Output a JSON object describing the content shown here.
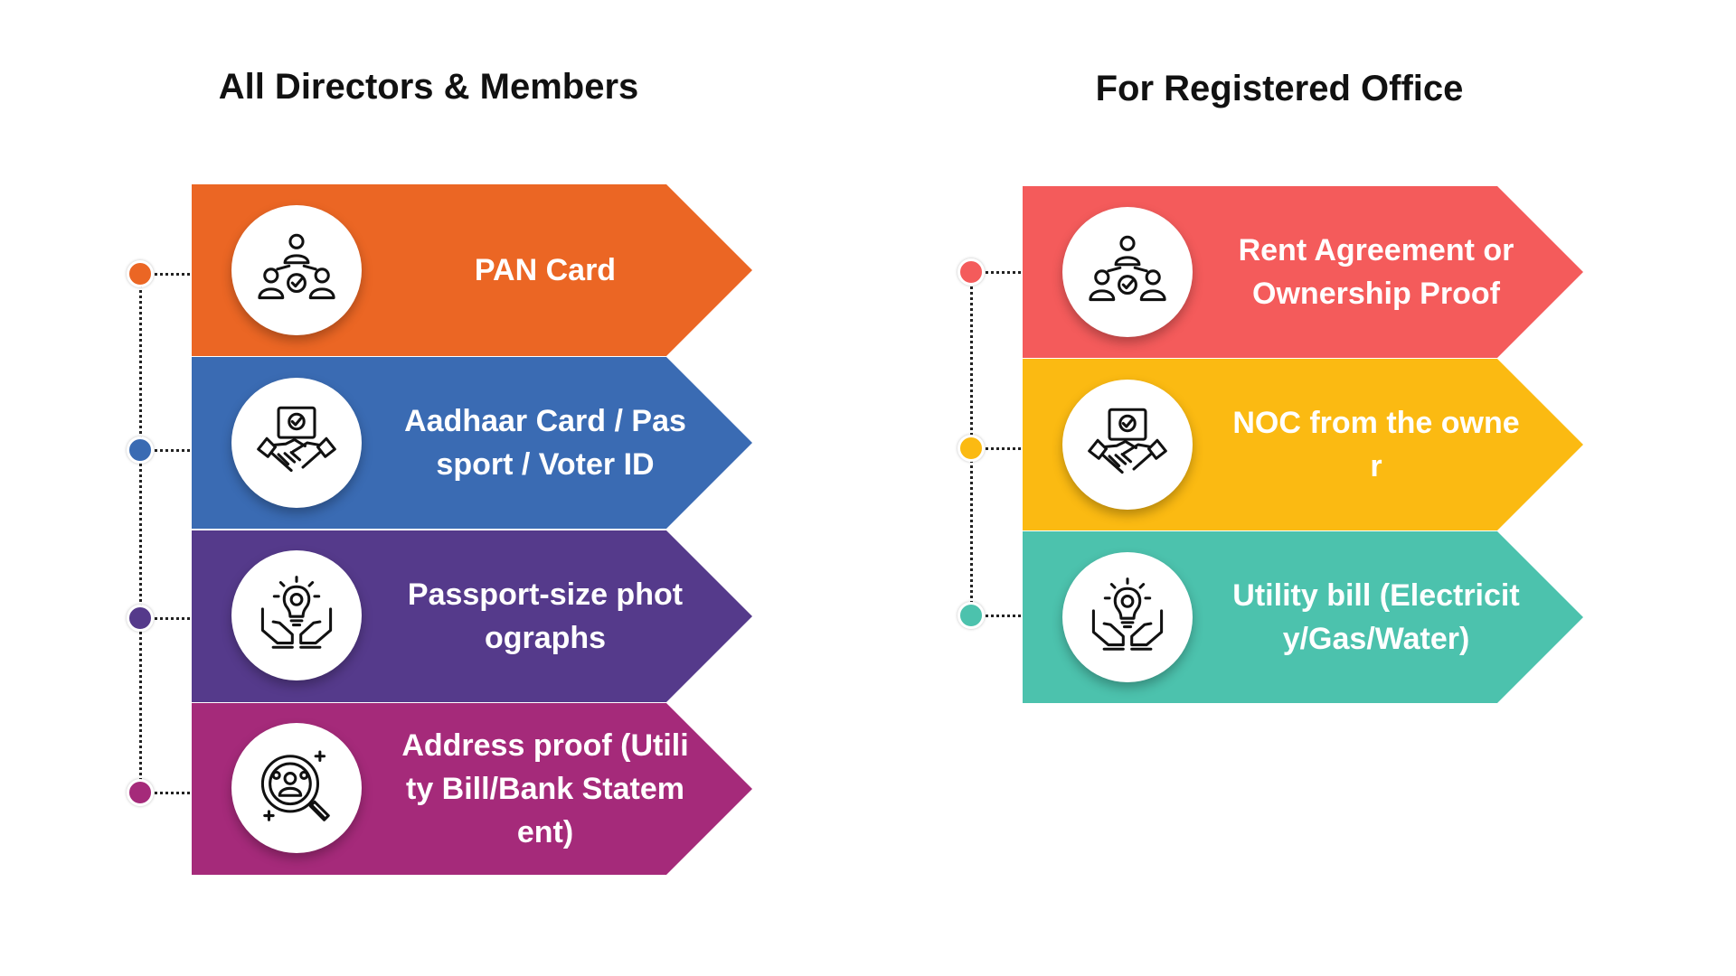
{
  "left_column": {
    "title": "All Directors & Members",
    "items": [
      {
        "label": "PAN Card",
        "color": "#EB6624",
        "icon": "people-network-icon"
      },
      {
        "label": "Aadhaar Card / Passport / Voter ID",
        "color": "#3A6BB3",
        "icon": "handshake-document-icon"
      },
      {
        "label": "Passport-size photographs",
        "color": "#553A8B",
        "icon": "lightbulb-hands-icon"
      },
      {
        "label": "Address proof (Utility Bill/Bank Statement)",
        "color": "#A52A7A",
        "icon": "magnifier-person-icon"
      }
    ]
  },
  "right_column": {
    "title": "For Registered Office",
    "items": [
      {
        "label": "Rent Agreement or Ownership Proof",
        "color": "#F45B5B",
        "icon": "people-network-icon"
      },
      {
        "label": "NOC from the owner",
        "color": "#FBBA12",
        "icon": "handshake-document-icon"
      },
      {
        "label": "Utility bill (Electricity/Gas/Water)",
        "color": "#4CC2AD",
        "icon": "lightbulb-hands-icon"
      }
    ]
  }
}
